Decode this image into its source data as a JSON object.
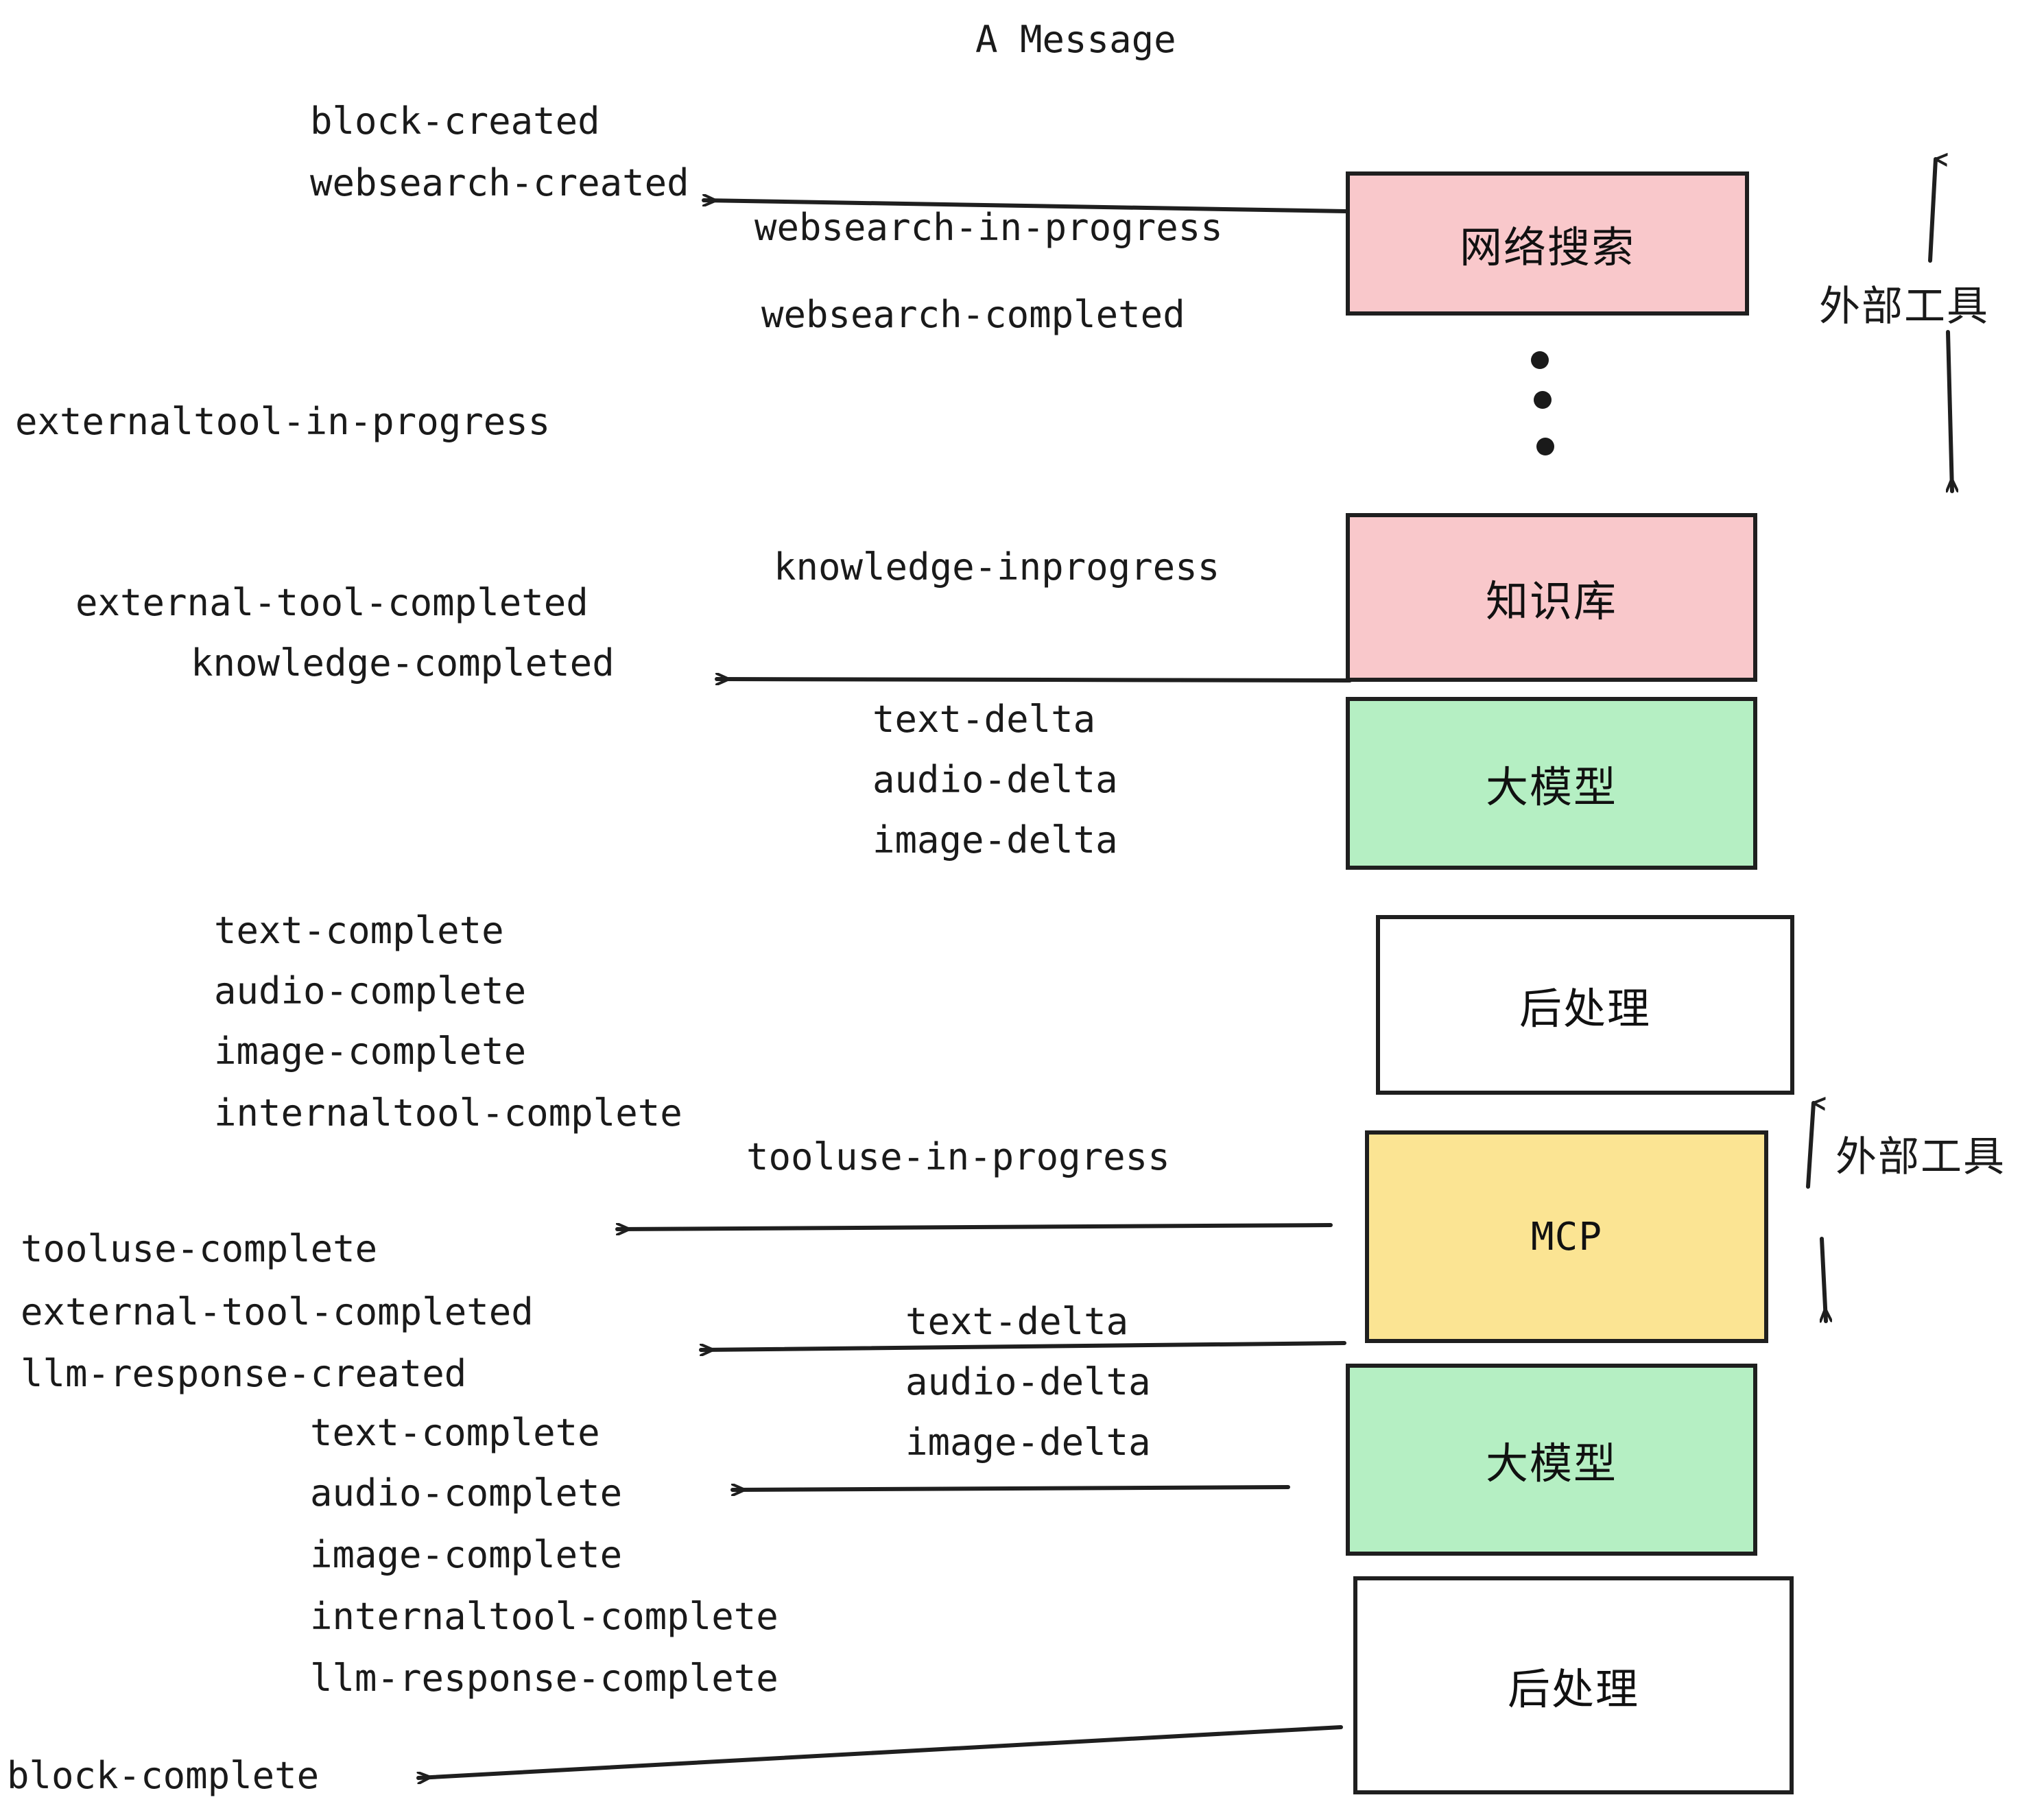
{
  "title": "A Message",
  "colors": {
    "pink": "#f9c8cb",
    "green": "#b5efc3",
    "yellow": "#fbe493",
    "white": "#ffffff",
    "stroke": "#1f1f1f",
    "text": "#1a1a1a"
  },
  "boxes": [
    {
      "id": "websearch",
      "label": "网络搜索",
      "fill": "#f9c8cb"
    },
    {
      "id": "knowledge",
      "label": "知识库",
      "fill": "#f9c8cb"
    },
    {
      "id": "llm-1",
      "label": "大模型",
      "fill": "#b5efc3"
    },
    {
      "id": "postprocess-1",
      "label": "后处理",
      "fill": "#ffffff"
    },
    {
      "id": "mcp",
      "label": "MCP",
      "fill": "#fbe493"
    },
    {
      "id": "llm-2",
      "label": "大模型",
      "fill": "#b5efc3"
    },
    {
      "id": "postprocess-2",
      "label": "后处理",
      "fill": "#ffffff"
    }
  ],
  "side_labels": [
    {
      "id": "external-tool-top",
      "text": "外部工具"
    },
    {
      "id": "external-tool-bottom",
      "text": "外部工具"
    }
  ],
  "events": [
    {
      "id": "block-created",
      "text": "block-created"
    },
    {
      "id": "websearch-created",
      "text": "websearch-created"
    },
    {
      "id": "websearch-in-progress",
      "text": "websearch-in-progress"
    },
    {
      "id": "websearch-completed",
      "text": "websearch-completed"
    },
    {
      "id": "externaltool-in-progress",
      "text": "externaltool-in-progress"
    },
    {
      "id": "knowledge-inprogress",
      "text": "knowledge-inprogress"
    },
    {
      "id": "external-tool-completed-1",
      "text": "external-tool-completed"
    },
    {
      "id": "knowledge-completed",
      "text": "knowledge-completed"
    },
    {
      "id": "text-delta-1",
      "text": "text-delta"
    },
    {
      "id": "audio-delta-1",
      "text": "audio-delta"
    },
    {
      "id": "image-delta-1",
      "text": "image-delta"
    },
    {
      "id": "text-complete-1",
      "text": "text-complete"
    },
    {
      "id": "audio-complete-1",
      "text": "audio-complete"
    },
    {
      "id": "image-complete-1",
      "text": "image-complete"
    },
    {
      "id": "internaltool-complete-1",
      "text": "internaltool-complete"
    },
    {
      "id": "tooluse-in-progress",
      "text": "tooluse-in-progress"
    },
    {
      "id": "tooluse-complete",
      "text": "tooluse-complete"
    },
    {
      "id": "external-tool-completed-2",
      "text": "external-tool-completed"
    },
    {
      "id": "llm-response-created",
      "text": "llm-response-created"
    },
    {
      "id": "text-delta-2",
      "text": "text-delta"
    },
    {
      "id": "audio-delta-2",
      "text": "audio-delta"
    },
    {
      "id": "image-delta-2",
      "text": "image-delta"
    },
    {
      "id": "text-complete-2",
      "text": "text-complete"
    },
    {
      "id": "audio-complete-2",
      "text": "audio-complete"
    },
    {
      "id": "image-complete-2",
      "text": "image-complete"
    },
    {
      "id": "internaltool-complete-2",
      "text": "internaltool-complete"
    },
    {
      "id": "llm-response-complete",
      "text": "llm-response-complete"
    },
    {
      "id": "block-complete",
      "text": "block-complete"
    }
  ]
}
